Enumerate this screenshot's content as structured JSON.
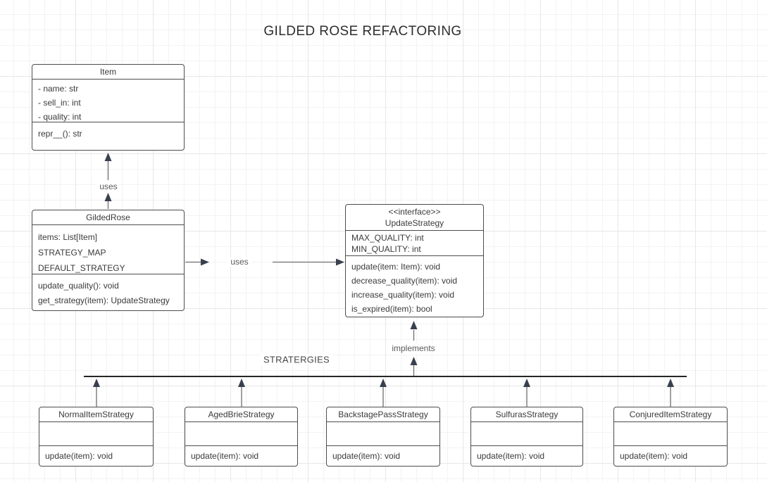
{
  "page": {
    "title": "GILDED ROSE REFACTORING"
  },
  "classes": {
    "item": {
      "title": "Item",
      "attributes": [
        "- name: str",
        "- sell_in: int",
        "- quality: int"
      ],
      "methods": [
        "repr__(): str"
      ]
    },
    "gilded_rose": {
      "title": "GildedRose",
      "attributes": [
        "items: List[Item]",
        "STRATEGY_MAP",
        "DEFAULT_STRATEGY"
      ],
      "methods": [
        "update_quality(): void",
        "get_strategy(item): UpdateStrategy"
      ]
    },
    "update_strategy": {
      "stereotype": "<<interface>>",
      "title": "UpdateStrategy",
      "attributes": [
        "MAX_QUALITY: int",
        "MIN_QUALITY: int"
      ],
      "methods": [
        "update(item: Item): void",
        "decrease_quality(item): void",
        "increase_quality(item): void",
        "is_expired(item): bool"
      ]
    }
  },
  "strategies": [
    {
      "title": "NormalItemStrategy",
      "methods": [
        "update(item): void"
      ]
    },
    {
      "title": "AgedBrieStrategy",
      "methods": [
        "update(item): void"
      ]
    },
    {
      "title": "BackstagePassStrategy",
      "methods": [
        "update(item): void"
      ]
    },
    {
      "title": "SulfurasStrategy",
      "methods": [
        "update(item): void"
      ]
    },
    {
      "title": "ConjuredItemStrategy",
      "methods": [
        "update(item): void"
      ]
    }
  ],
  "edge_labels": {
    "uses_item": "uses",
    "uses_strategy": "uses",
    "implements": "implements"
  },
  "group_label": "STRATERGIES",
  "colors": {
    "background": "#ffffff",
    "grid_minor": "#f3f3f3",
    "grid_major": "#e7e7e7",
    "box_border": "#4d4d4d",
    "text": "#3a3a3a",
    "edge_line": "#6e6e6e",
    "arrowhead": "#39404d",
    "bus_line": "#262626"
  }
}
